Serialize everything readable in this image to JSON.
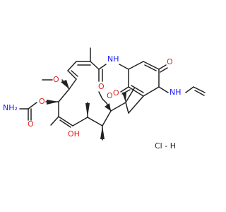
{
  "molecule": {
    "atom_labels": {
      "nh_amide": "NH",
      "o_amide": "O",
      "o_quinone_top": "O",
      "o_quinone_bottom": "O",
      "nh_allyl": "NH",
      "o_methoxy_left": "O",
      "o_methoxy_mid": "O",
      "o_carbamate_ester": "O",
      "o_carbamate_carbonyl": "O",
      "nh2_carbamate": "NH₂",
      "oh": "OH"
    },
    "salt": "HCl",
    "salt_label": "Cl - H"
  },
  "colors": {
    "bond": "#222222",
    "oxygen": "#e02020",
    "nitrogen": "#1a1aff",
    "text": "#222222"
  }
}
